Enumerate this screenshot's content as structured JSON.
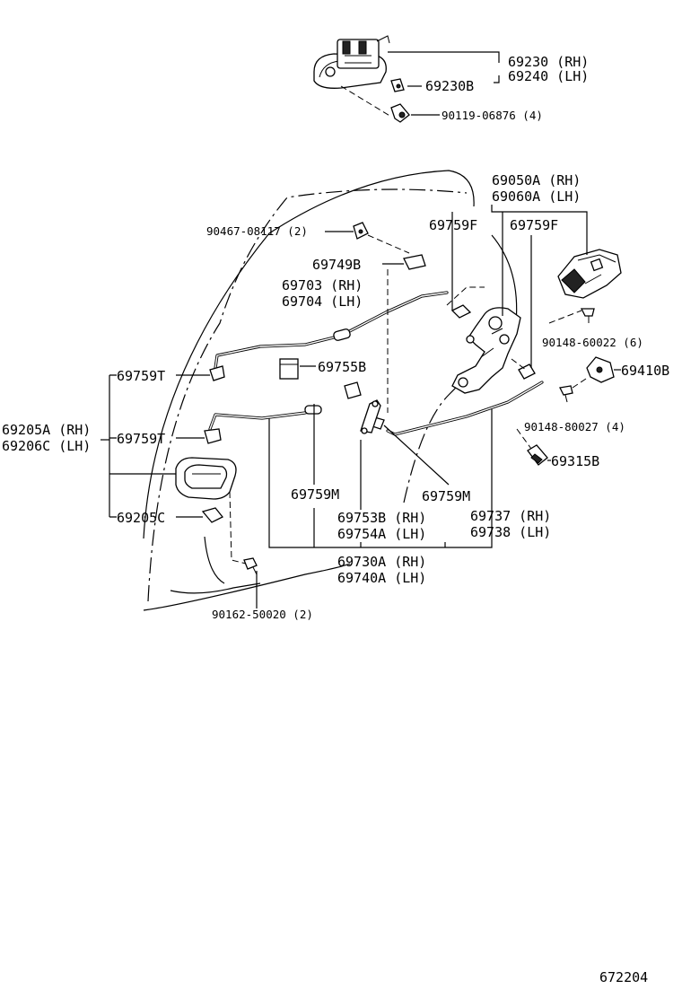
{
  "labels": {
    "p69230": "69230 (RH)",
    "p69240": "69240 (LH)",
    "p69230B": "69230B",
    "p90119": "90119-06876 (4)",
    "p69050A": "69050A (RH)",
    "p69060A": "69060A (LH)",
    "p90467": "90467-08117 (2)",
    "p69759F_a": "69759F",
    "p69759F_b": "69759F",
    "p69749B": "69749B",
    "p69703": "69703 (RH)",
    "p69704": "69704 (LH)",
    "p90148_60022": "90148-60022 (6)",
    "p69759T_a": "69759T",
    "p69755B": "69755B",
    "p69410B": "69410B",
    "p90148_80027": "90148-80027 (4)",
    "p69205A": "69205A (RH)",
    "p69206C": "69206C (LH)",
    "p69759T_b": "69759T",
    "p69315B": "69315B",
    "p69759M_a": "69759M",
    "p69759M_b": "69759M",
    "p69753B": "69753B (RH)",
    "p69754A": "69754A (LH)",
    "p69737": "69737 (RH)",
    "p69738": "69738 (LH)",
    "p69205C": "69205C",
    "p69730A": "69730A (RH)",
    "p69740A": "69740A (LH)",
    "p90162": "90162-50020 (2)",
    "diagram_no": "672204"
  },
  "colors": {
    "ink": "#000000",
    "background": "#ffffff"
  }
}
